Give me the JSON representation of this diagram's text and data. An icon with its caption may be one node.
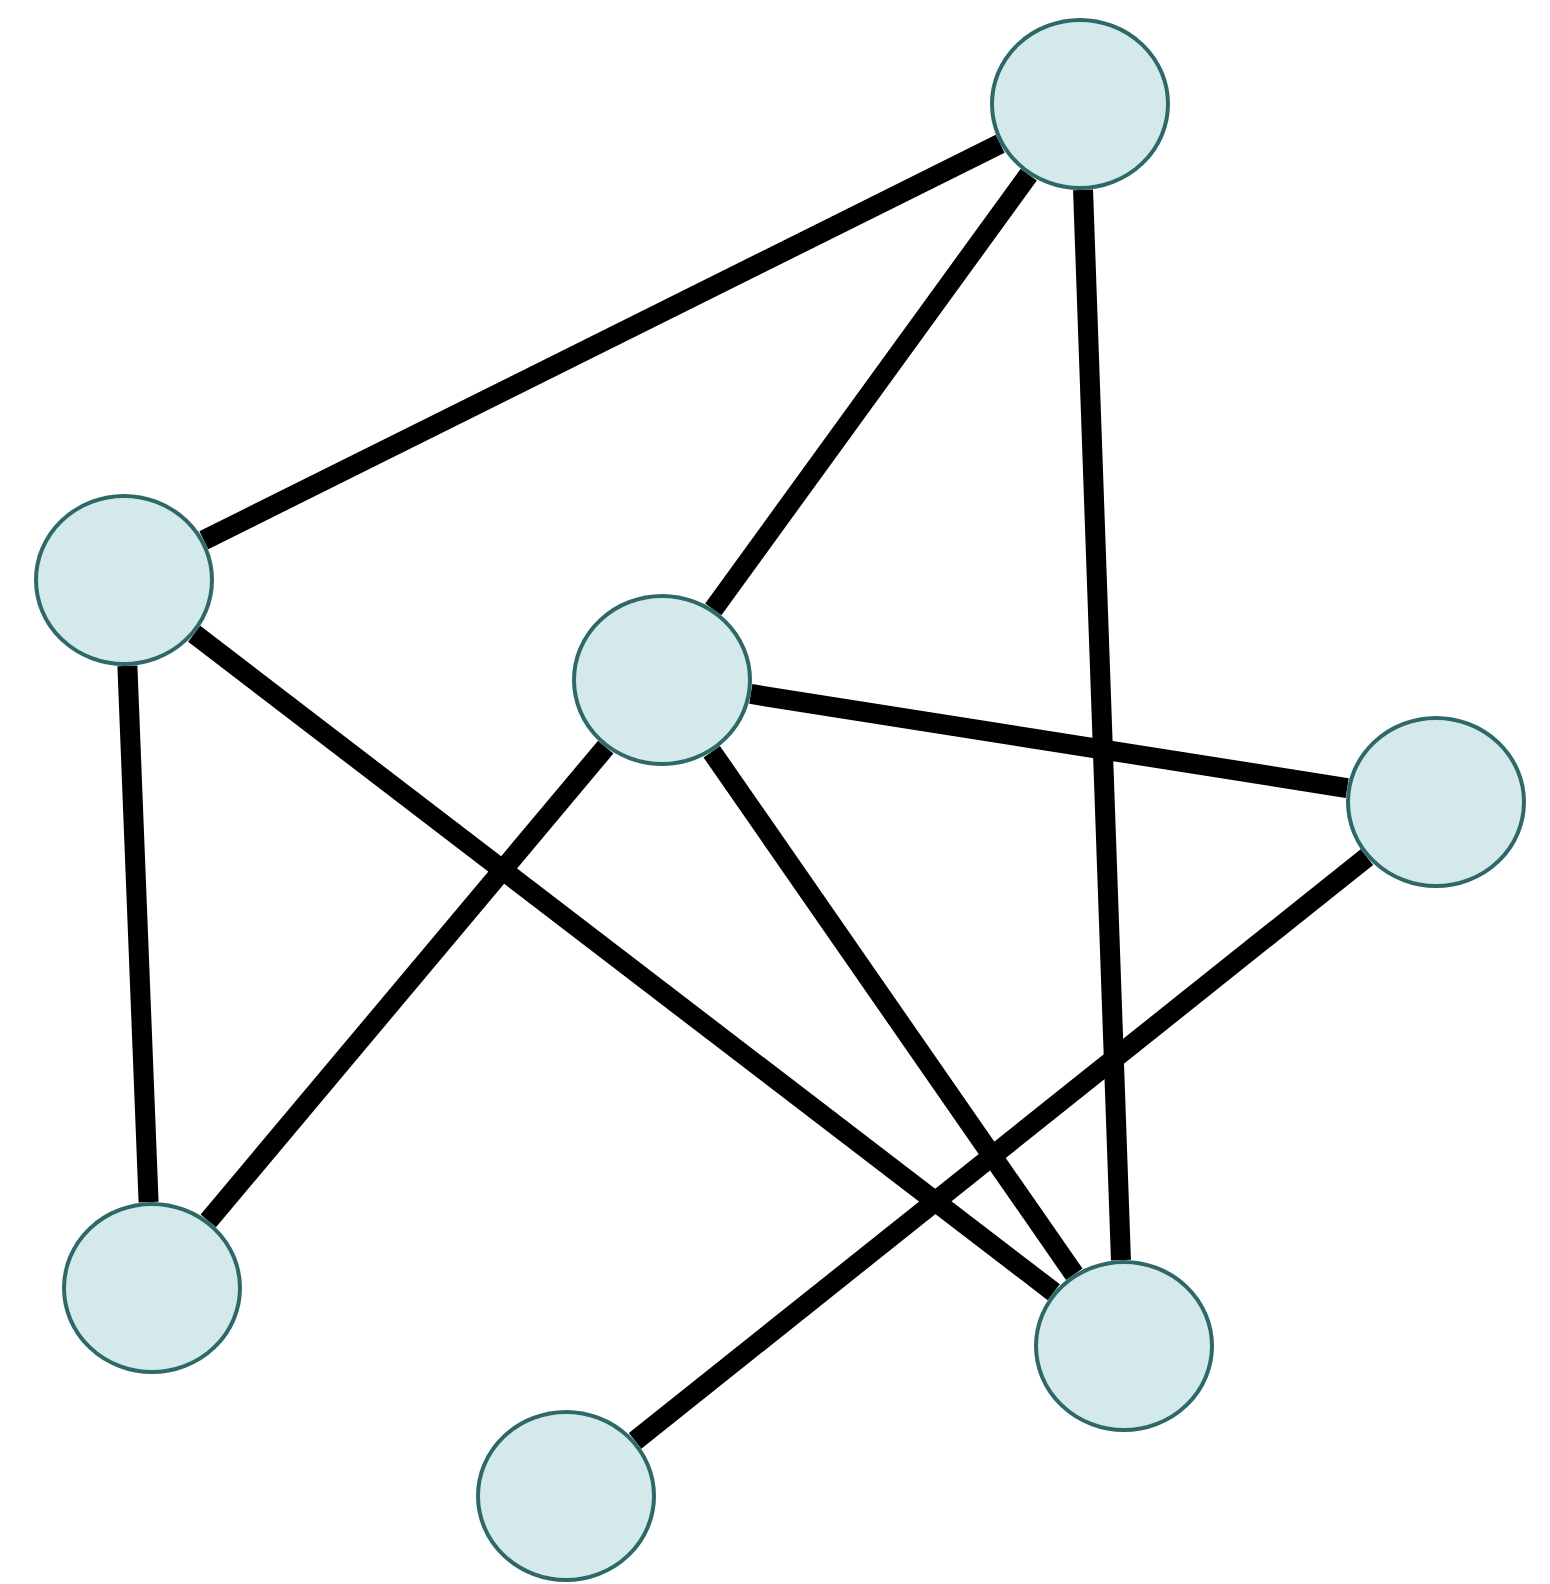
{
  "diagram": {
    "nodes": [
      {
        "text": [],
        "shape": "circle"
      },
      {
        "text": [],
        "shape": "circle"
      },
      {
        "text": [],
        "shape": "circle"
      },
      {
        "text": [],
        "shape": "circle"
      },
      {
        "text": [],
        "shape": "circle"
      },
      {
        "text": [],
        "shape": "circle"
      },
      {
        "text": [],
        "shape": "circle"
      }
    ],
    "edges": [
      {
        "from": 4,
        "to": 0,
        "arrow": "none"
      },
      {
        "from": 4,
        "to": 3,
        "arrow": "none"
      },
      {
        "from": 4,
        "to": 5,
        "arrow": "none"
      },
      {
        "from": 0,
        "to": 1,
        "arrow": "none"
      },
      {
        "from": 0,
        "to": 5,
        "arrow": "none"
      },
      {
        "from": 3,
        "to": 1,
        "arrow": "none"
      },
      {
        "from": 3,
        "to": 6,
        "arrow": "none"
      },
      {
        "from": 3,
        "to": 5,
        "arrow": "none"
      },
      {
        "from": 6,
        "to": 2,
        "arrow": "none"
      }
    ]
  }
}
